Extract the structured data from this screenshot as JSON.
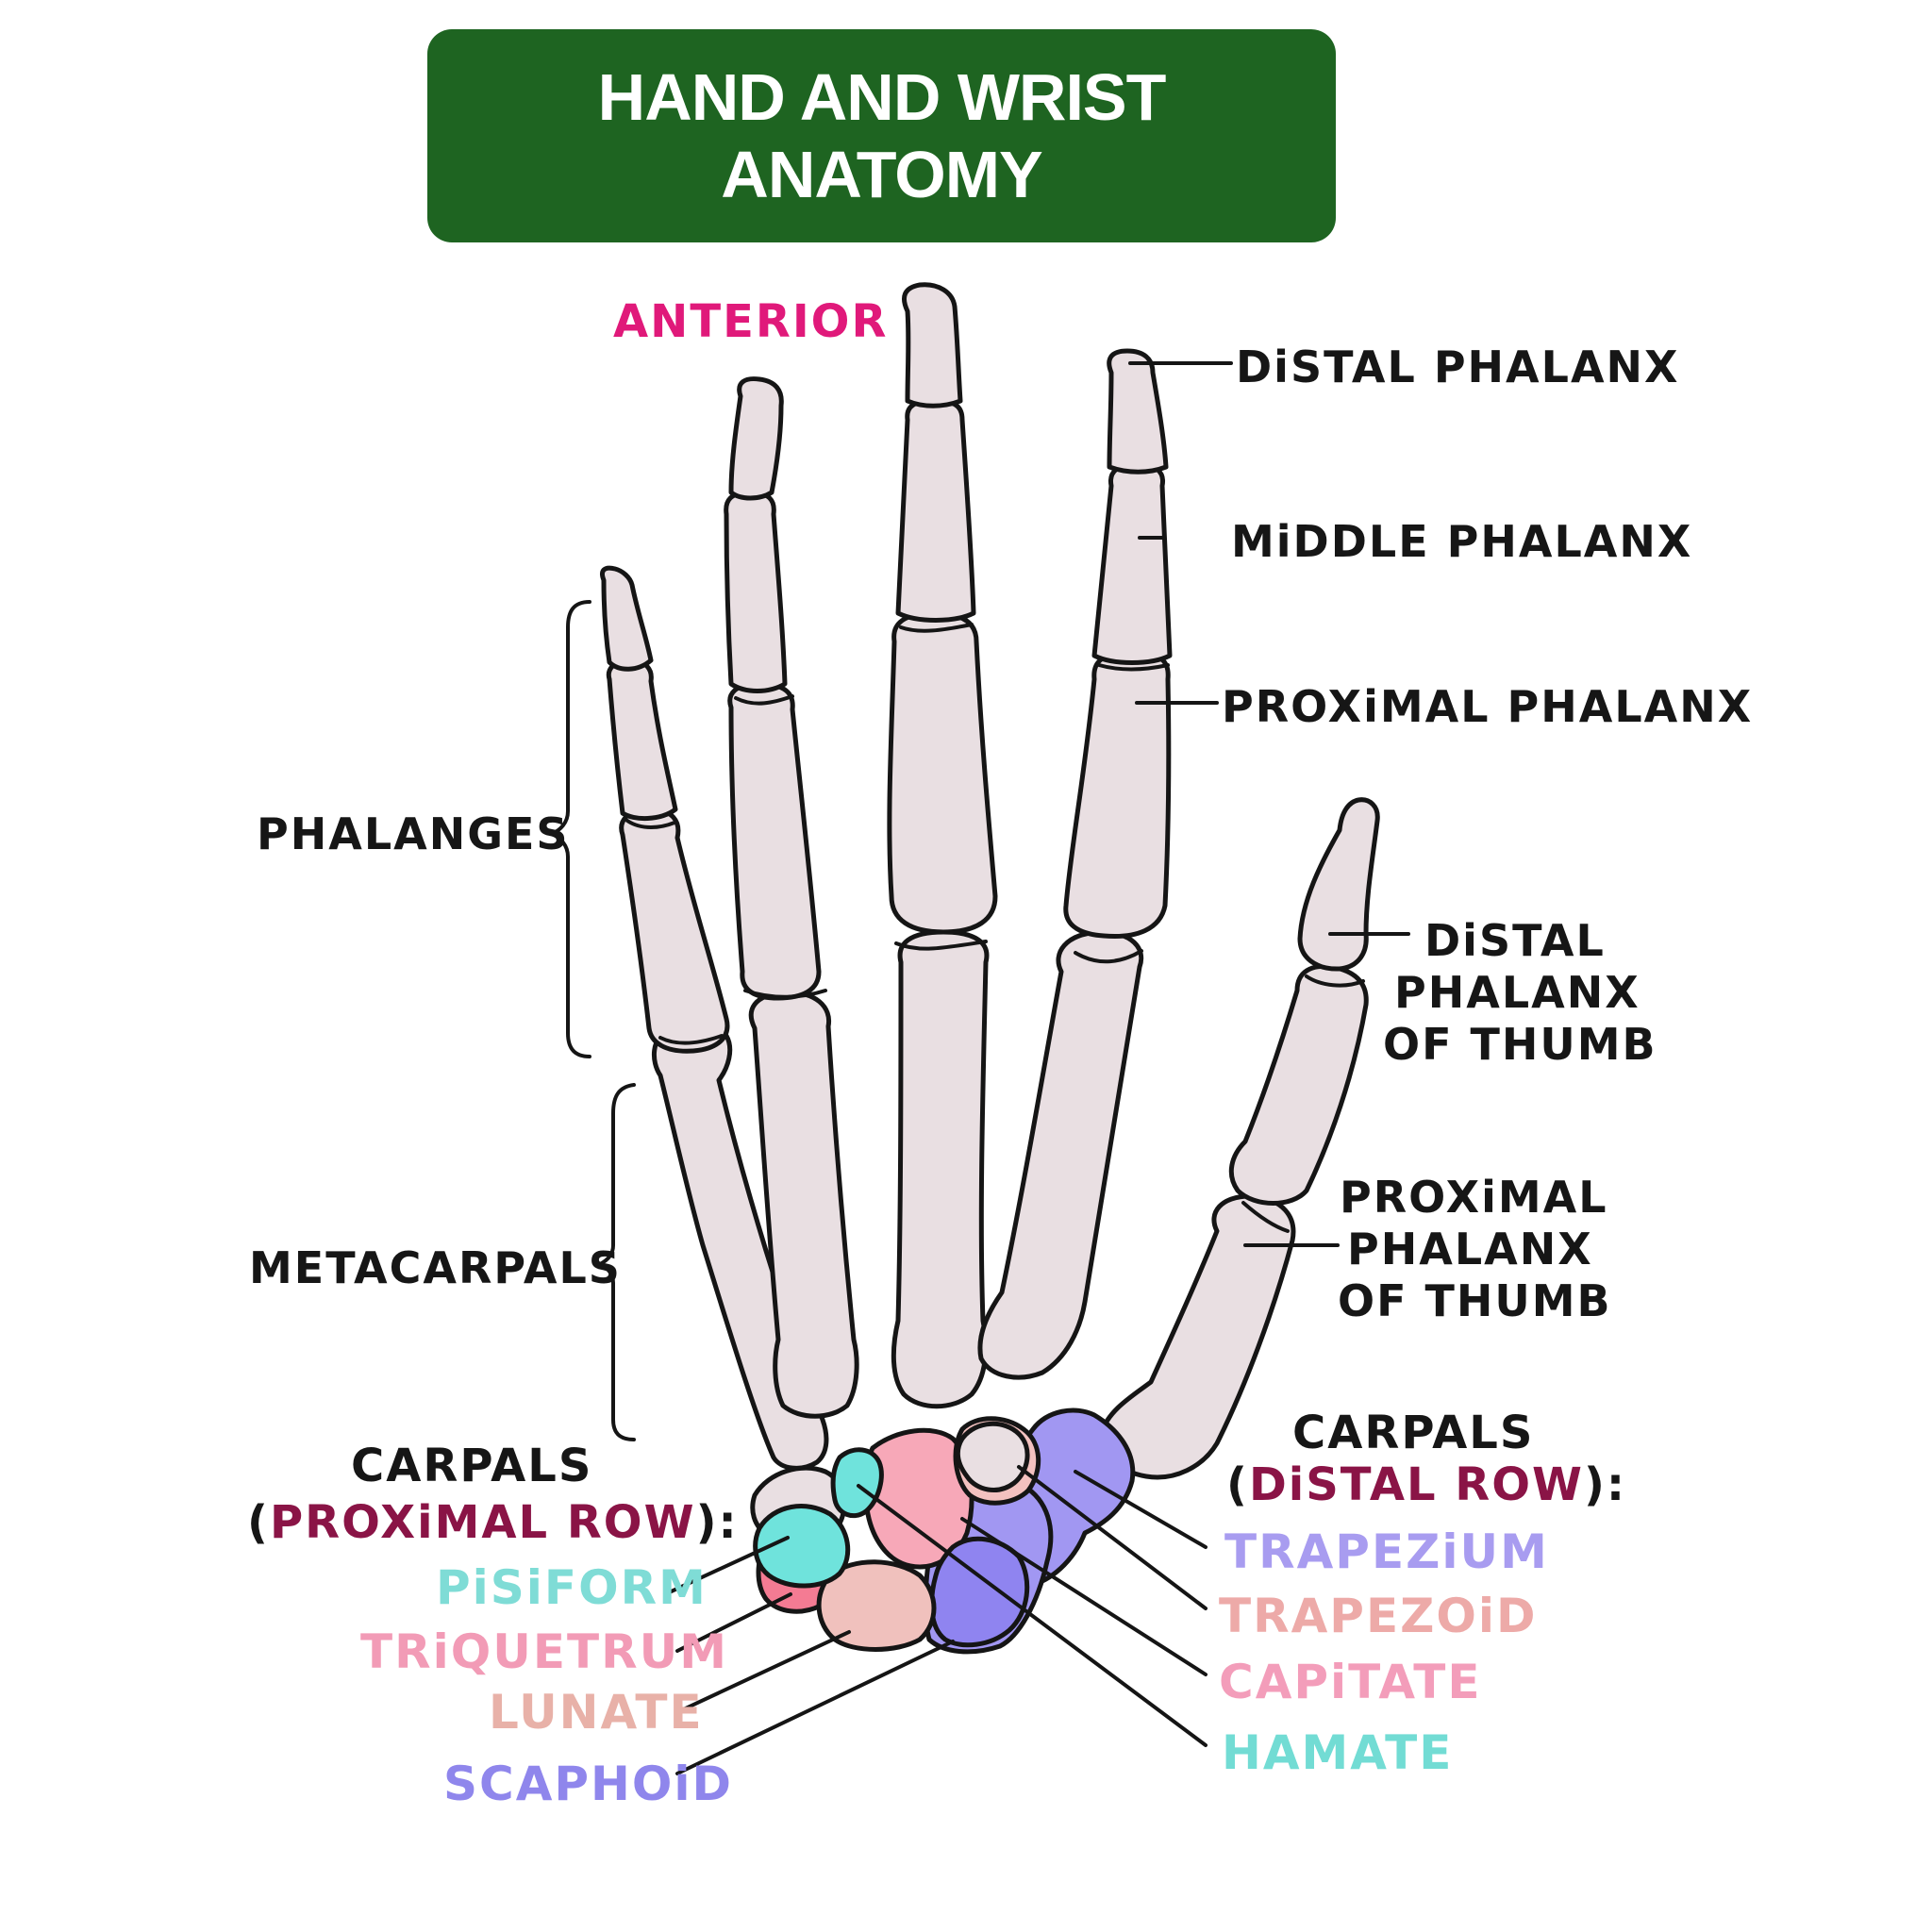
{
  "title": {
    "line1": "HAND AND WRIST",
    "line2": "ANATOMY"
  },
  "orientation_label": "ANTERIOR",
  "right_labels": {
    "distal_phalanx": "DiSTAL PHALANX",
    "middle_phalanx": "MiDDLE PHALANX",
    "proximal_phalanx": "PROXiMAL PHALANX",
    "distal_phalanx_thumb": [
      "DiSTAL",
      "PHALANX",
      "OF THUMB"
    ],
    "proximal_phalanx_thumb": [
      "PROXiMAL",
      "PHALANX",
      "OF THUMB"
    ]
  },
  "left_labels": {
    "phalanges": "PHALANGES",
    "metacarpals": "METACARPALS"
  },
  "proximal_row": {
    "heading": "CARPALS",
    "sub_open": "(",
    "sub_colored": "PROXiMAL ROW",
    "sub_close": "):",
    "items": [
      {
        "name": "PiSiFORM",
        "color": "#7fdcd6"
      },
      {
        "name": "TRiQUETRUM",
        "color": "#f29bb6"
      },
      {
        "name": "LUNATE",
        "color": "#e8b1a8"
      },
      {
        "name": "SCAPHOiD",
        "color": "#8f86ec"
      }
    ]
  },
  "distal_row": {
    "heading": "CARPALS",
    "sub_open": "(",
    "sub_colored": "DiSTAL ROW",
    "sub_close": "):",
    "items": [
      {
        "name": "TRAPEZiUM",
        "color": "#a89cf0"
      },
      {
        "name": "TRAPEZOiD",
        "color": "#edaaa8"
      },
      {
        "name": "CAPiTATE",
        "color": "#f39dba"
      },
      {
        "name": "HAMATE",
        "color": "#72dcd4"
      }
    ]
  },
  "colors": {
    "title_bg": "#1e6421",
    "anterior": "#e0197a",
    "row_label": "#8a1446",
    "bone": "#e9dfe2",
    "pisiform_fill": "#6fe3dc",
    "triquetrum_fill": "#f47b93",
    "lunate_fill": "#f0c1bd",
    "scaphoid_fill": "#8f84f0",
    "capitate_fill": "#f7a8b8",
    "trapezoid_fill": "#f3c1bf",
    "trapezium_fill": "#a197f2"
  }
}
